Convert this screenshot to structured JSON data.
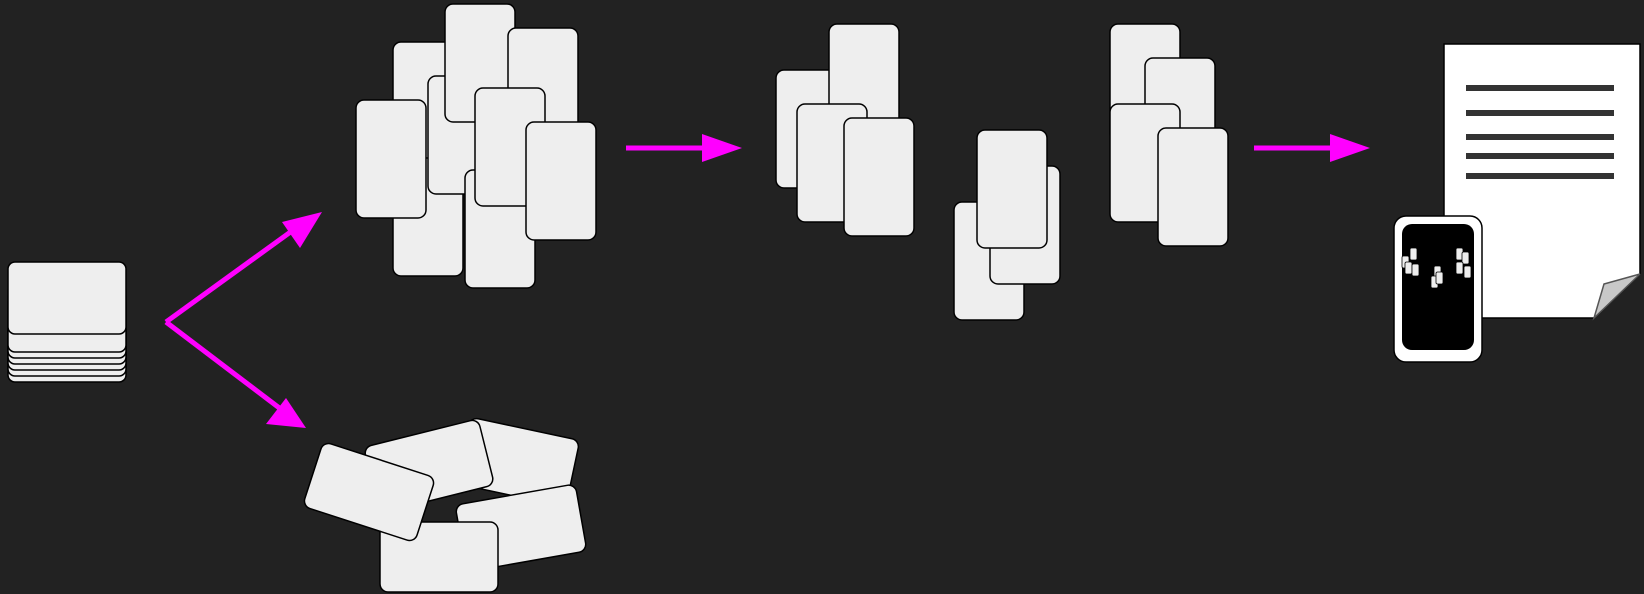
{
  "diagram": {
    "background_color": "#222222",
    "card_fill": "#eeeeee",
    "card_stroke": "#000000",
    "arrow_color": "#ff00ff",
    "document_fill": "#ffffff",
    "document_line_color": "#333333",
    "page_curl_color": "#c8c8c8",
    "phone_screen_color": "#000000",
    "stages": [
      {
        "id": "card-stack",
        "description_icon": "stacked-cards-icon"
      },
      {
        "id": "scattered-cards",
        "description_icon": "card-pile-icon"
      },
      {
        "id": "grouped-cards",
        "description_icon": "card-groups-icon"
      },
      {
        "id": "output",
        "description_icon": "document-with-map-icon"
      }
    ],
    "arrows": [
      "branch-arrow-up",
      "branch-arrow-down",
      "arrow-to-groups",
      "arrow-to-document"
    ]
  }
}
